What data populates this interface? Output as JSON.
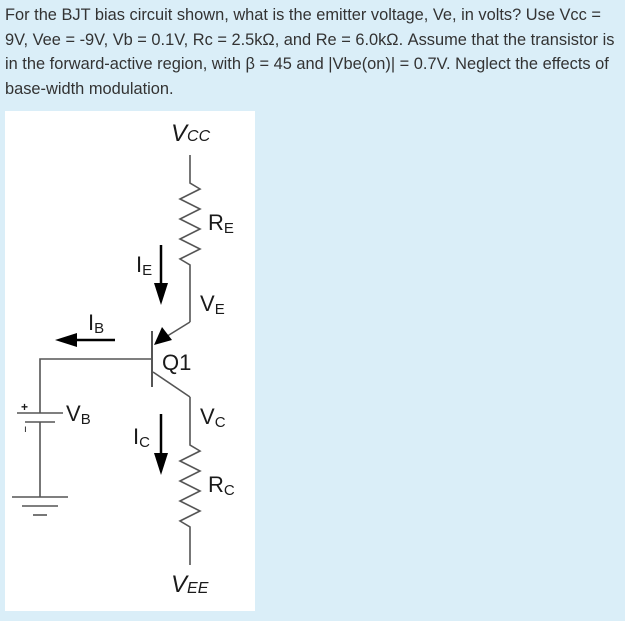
{
  "question": {
    "text": "For the BJT bias circuit shown, what is the emitter voltage, Ve, in volts? Use Vcc = 9V, Vee = -9V, Vb = 0.1V, Rc = 2.5kΩ, and Re = 6.0kΩ. Assume that the transistor is in the forward-active region, with β = 45 and |Vbe(on)| = 0.7V. Neglect the effects of base-width modulation."
  },
  "circuit": {
    "vcc": {
      "main": "V",
      "sub": "CC"
    },
    "re": {
      "main": "R",
      "sub": "E"
    },
    "ie": {
      "main": "I",
      "sub": "E"
    },
    "ve": {
      "main": "V",
      "sub": "E"
    },
    "ib": {
      "main": "I",
      "sub": "B"
    },
    "q1": "Q1",
    "vb": {
      "main": "V",
      "sub": "B"
    },
    "ic": {
      "main": "I",
      "sub": "C"
    },
    "vc": {
      "main": "V",
      "sub": "C"
    },
    "rc": {
      "main": "R",
      "sub": "C"
    },
    "vee": {
      "main": "V",
      "sub": "EE"
    },
    "battery_plus": "+",
    "battery_minus": "-"
  },
  "colors": {
    "background": "#daeef8",
    "panel": "#ffffff",
    "wire": "#555555",
    "arrow": "#000000",
    "text": "#333333"
  }
}
